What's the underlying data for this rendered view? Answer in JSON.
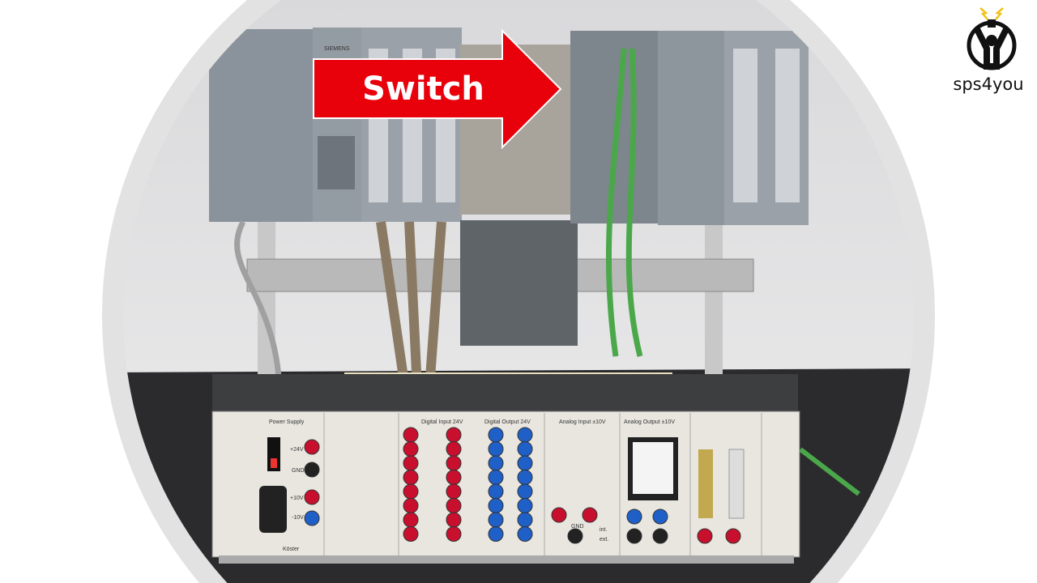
{
  "overlay": {
    "arrow_label": "Switch",
    "arrow_color": "#e8000b"
  },
  "logo": {
    "brand": "sps4you"
  },
  "hardware": {
    "module_brand": "SIEMENS",
    "panel_maker": "Köster",
    "panel_sections": [
      "Power Supply",
      "Digital Input 24V",
      "Digital Output 24V",
      "Analog Input ±10V",
      "Analog Output ±10V"
    ],
    "power_labels": [
      "+24V",
      "GND",
      "+10V",
      "-10V"
    ],
    "analog_labels": [
      "GND",
      "int.",
      "ext."
    ]
  }
}
